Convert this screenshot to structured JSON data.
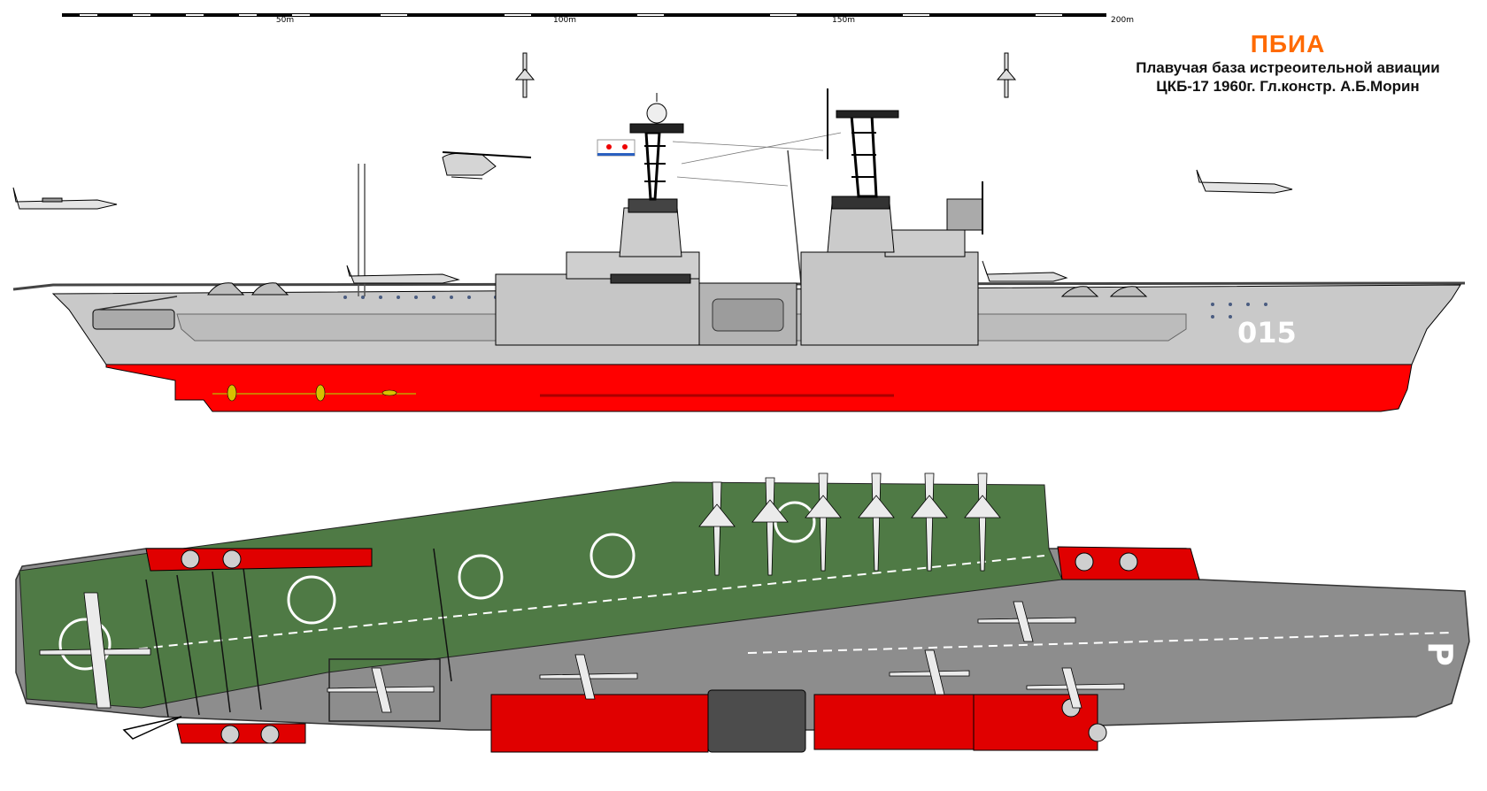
{
  "title": "ПБИА",
  "subtitle_line1": "Плавучая база истреоительной авиации",
  "subtitle_line2": "ЦКБ-17  1960г. Гл.констр. А.Б.Морин",
  "scale_labels": [
    "50m",
    "100m",
    "150m",
    "200m"
  ],
  "hull_number": "015",
  "deck_marking": "P",
  "colors": {
    "hull_upper": "#c7c7c7",
    "hull_lower": "#ff0000",
    "deck_green": "#4f7a45",
    "deck_gray": "#8a8a8a",
    "title_orange": "#ff6a00"
  },
  "icons": [
    "missile-icon",
    "helicopter-icon",
    "jet-icon",
    "naval-flag-icon",
    "radar-dome-icon"
  ]
}
